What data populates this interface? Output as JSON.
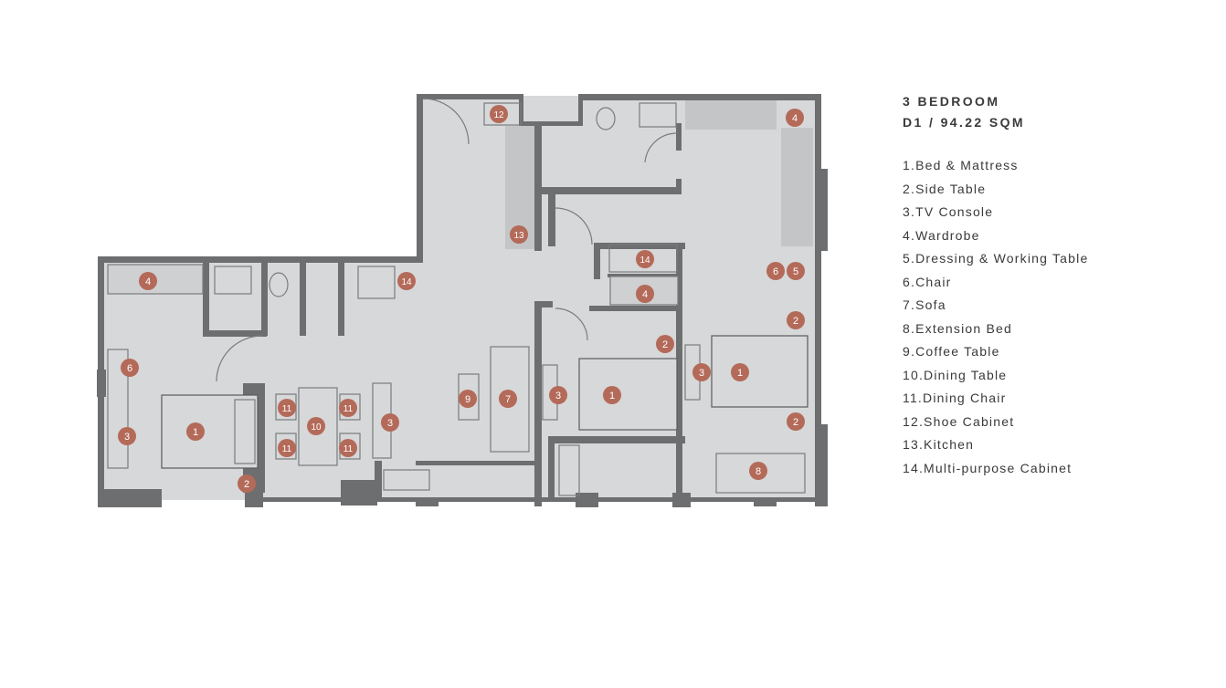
{
  "plan": {
    "title_line1": "3 BEDROOM",
    "title_line2": "D1 / 94.22 SQM"
  },
  "legend": [
    "1.Bed & Mattress",
    "2.Side Table",
    "3.TV Console",
    "4.Wardrobe",
    "5.Dressing & Working Table",
    "6.Chair",
    "7.Sofa",
    "8.Extension Bed",
    "9.Coffee Table",
    "10.Dining Table",
    "11.Dining Chair",
    "12.Shoe Cabinet",
    "13.Kitchen",
    "14.Multi-purpose Cabinet"
  ],
  "markers": [
    {
      "label": "12",
      "item": "Shoe Cabinet"
    },
    {
      "label": "4",
      "item": "Wardrobe"
    },
    {
      "label": "13",
      "item": "Kitchen"
    },
    {
      "label": "14",
      "item": "Multi-purpose Cabinet"
    },
    {
      "label": "4",
      "item": "Wardrobe"
    },
    {
      "label": "6",
      "item": "Chair"
    },
    {
      "label": "5",
      "item": "Dressing & Working Table"
    },
    {
      "label": "4",
      "item": "Wardrobe"
    },
    {
      "label": "14",
      "item": "Multi-purpose Cabinet"
    },
    {
      "label": "2",
      "item": "Side Table"
    },
    {
      "label": "2",
      "item": "Side Table"
    },
    {
      "label": "6",
      "item": "Chair"
    },
    {
      "label": "3",
      "item": "TV Console"
    },
    {
      "label": "1",
      "item": "Bed & Mattress"
    },
    {
      "label": "3",
      "item": "TV Console"
    },
    {
      "label": "1",
      "item": "Bed & Mattress"
    },
    {
      "label": "9",
      "item": "Coffee Table"
    },
    {
      "label": "7",
      "item": "Sofa"
    },
    {
      "label": "11",
      "item": "Dining Chair"
    },
    {
      "label": "11",
      "item": "Dining Chair"
    },
    {
      "label": "10",
      "item": "Dining Table"
    },
    {
      "label": "11",
      "item": "Dining Chair"
    },
    {
      "label": "11",
      "item": "Dining Chair"
    },
    {
      "label": "3",
      "item": "TV Console"
    },
    {
      "label": "3",
      "item": "TV Console"
    },
    {
      "label": "1",
      "item": "Bed & Mattress"
    },
    {
      "label": "2",
      "item": "Side Table"
    },
    {
      "label": "2",
      "item": "Side Table"
    },
    {
      "label": "8",
      "item": "Extension Bed"
    }
  ],
  "colors": {
    "floor": "#d7d8d9",
    "wall": "#6d6e70",
    "furniture_line": "#7a7b7d",
    "marker": "#b46a59",
    "text": "#3a3a3a"
  }
}
